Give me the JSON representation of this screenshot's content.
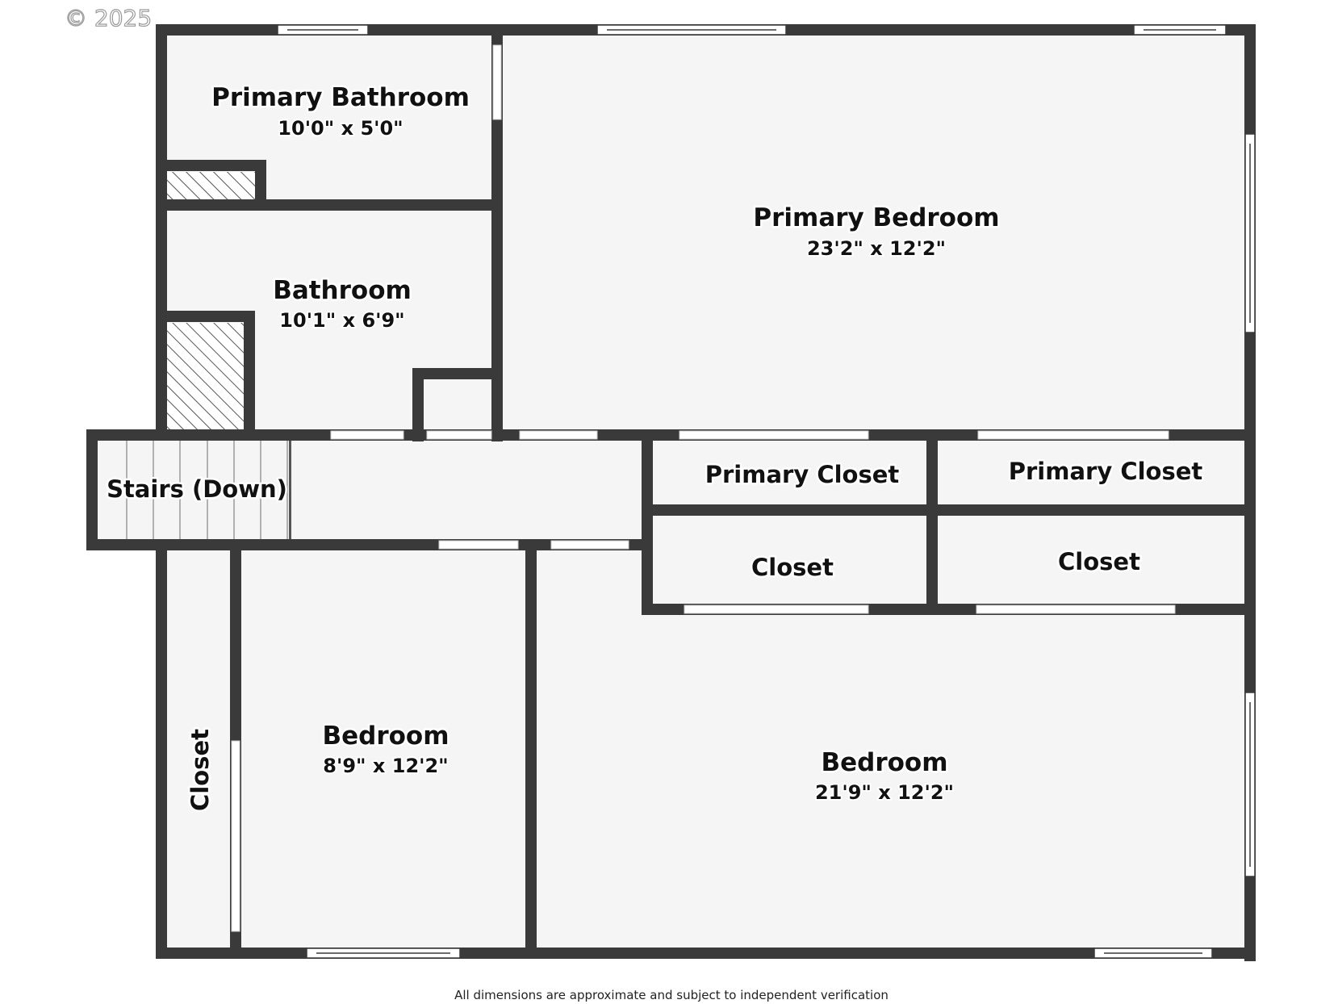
{
  "copyright": "© 2025",
  "disclaimer": "All dimensions are approximate and subject to independent verification",
  "colors": {
    "wall": "#3a3a3a",
    "floor": "#f5f5f5",
    "window": "#ffffff"
  },
  "rooms": {
    "primary_bathroom": {
      "name": "Primary Bathroom",
      "dims": "10'0\" x 5'0\""
    },
    "primary_bedroom": {
      "name": "Primary Bedroom",
      "dims": "23'2\" x 12'2\""
    },
    "bathroom": {
      "name": "Bathroom",
      "dims": "10'1\" x 6'9\""
    },
    "stairs": {
      "name": "Stairs (Down)"
    },
    "primary_closet_1": {
      "name": "Primary Closet"
    },
    "primary_closet_2": {
      "name": "Primary Closet"
    },
    "closet_1": {
      "name": "Closet"
    },
    "closet_2": {
      "name": "Closet"
    },
    "closet_left": {
      "name": "Closet"
    },
    "bedroom_small": {
      "name": "Bedroom",
      "dims": "8'9\" x 12'2\""
    },
    "bedroom_large": {
      "name": "Bedroom",
      "dims": "21'9\" x 12'2\""
    }
  }
}
